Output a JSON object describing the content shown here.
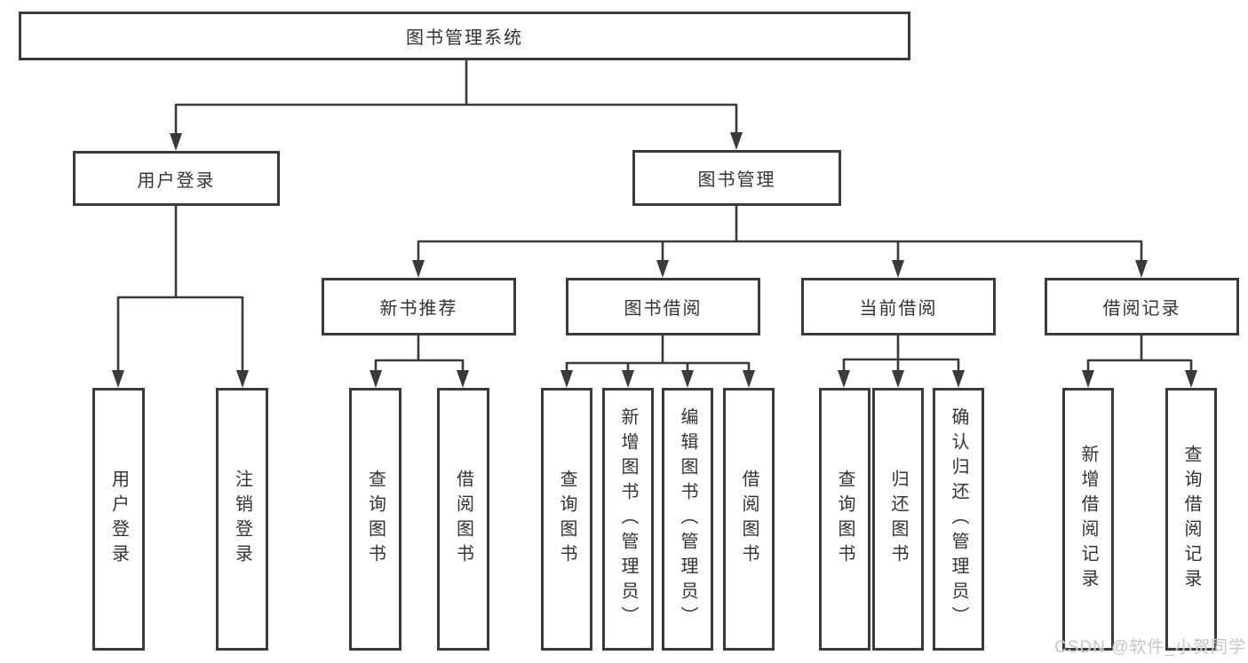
{
  "diagram_title": "图书管理系统",
  "nodes": {
    "root": {
      "label": "图书管理系统"
    },
    "user_login": {
      "label": "用户登录"
    },
    "book_management": {
      "label": "图书管理"
    },
    "new_book_recommend": {
      "label": "新书推荐"
    },
    "book_borrowing": {
      "label": "图书借阅"
    },
    "current_borrowing": {
      "label": "当前借阅"
    },
    "borrowing_records": {
      "label": "借阅记录"
    },
    "leaves": {
      "user_login_leaf": {
        "label": "用户登录"
      },
      "logout": {
        "label": "注销登录"
      },
      "nb_query_books": {
        "label": "查询图书"
      },
      "nb_borrow_books": {
        "label": "借阅图书"
      },
      "bb_query_books": {
        "label": "查询图书"
      },
      "bb_add_books": {
        "label": "新增图书（管理员）"
      },
      "bb_edit_books": {
        "label": "编辑图书（管理员）"
      },
      "bb_borrow_books": {
        "label": "借阅图书"
      },
      "cb_query_books": {
        "label": "查询图书"
      },
      "cb_return_books": {
        "label": "归还图书"
      },
      "cb_confirm_return": {
        "label": "确认归还（管理员）"
      },
      "br_add_record": {
        "label": "新增借阅记录"
      },
      "br_query_record": {
        "label": "查询借阅记录"
      }
    }
  },
  "watermark": {
    "text": "CSDN @软件_小贺同学"
  },
  "colors": {
    "line": "#3a3a3a",
    "box_border": "#3a3a3a",
    "text": "#333333",
    "background": "#ffffff",
    "watermark_text": "#c3c7ca"
  }
}
